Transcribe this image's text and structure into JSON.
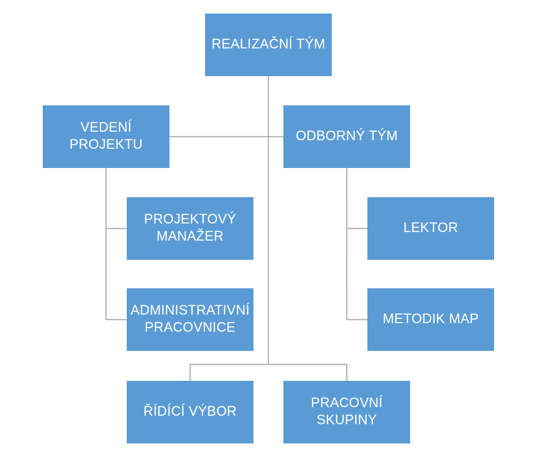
{
  "colors": {
    "node_fill": "#5b9bd5",
    "node_text": "#ffffff",
    "connector": "#a5a5a5"
  },
  "nodes": {
    "root": "REALIZAČNÍ TÝM",
    "vedeni": "VEDENÍ PROJEKTU",
    "odborny": "ODBORNÝ TÝM",
    "projektovy_manazer": "PROJEKTOVÝ\nMANAŽER",
    "administrativni": "ADMINISTRATIVNÍ\nPRACOVNICE",
    "lektor": "LEKTOR",
    "metodik": "METODIK MAP",
    "ridici_vybor": "ŘÍDÍCÍ VÝBOR",
    "pracovni_skupiny": "PRACOVNÍ\nSKUPINY"
  }
}
